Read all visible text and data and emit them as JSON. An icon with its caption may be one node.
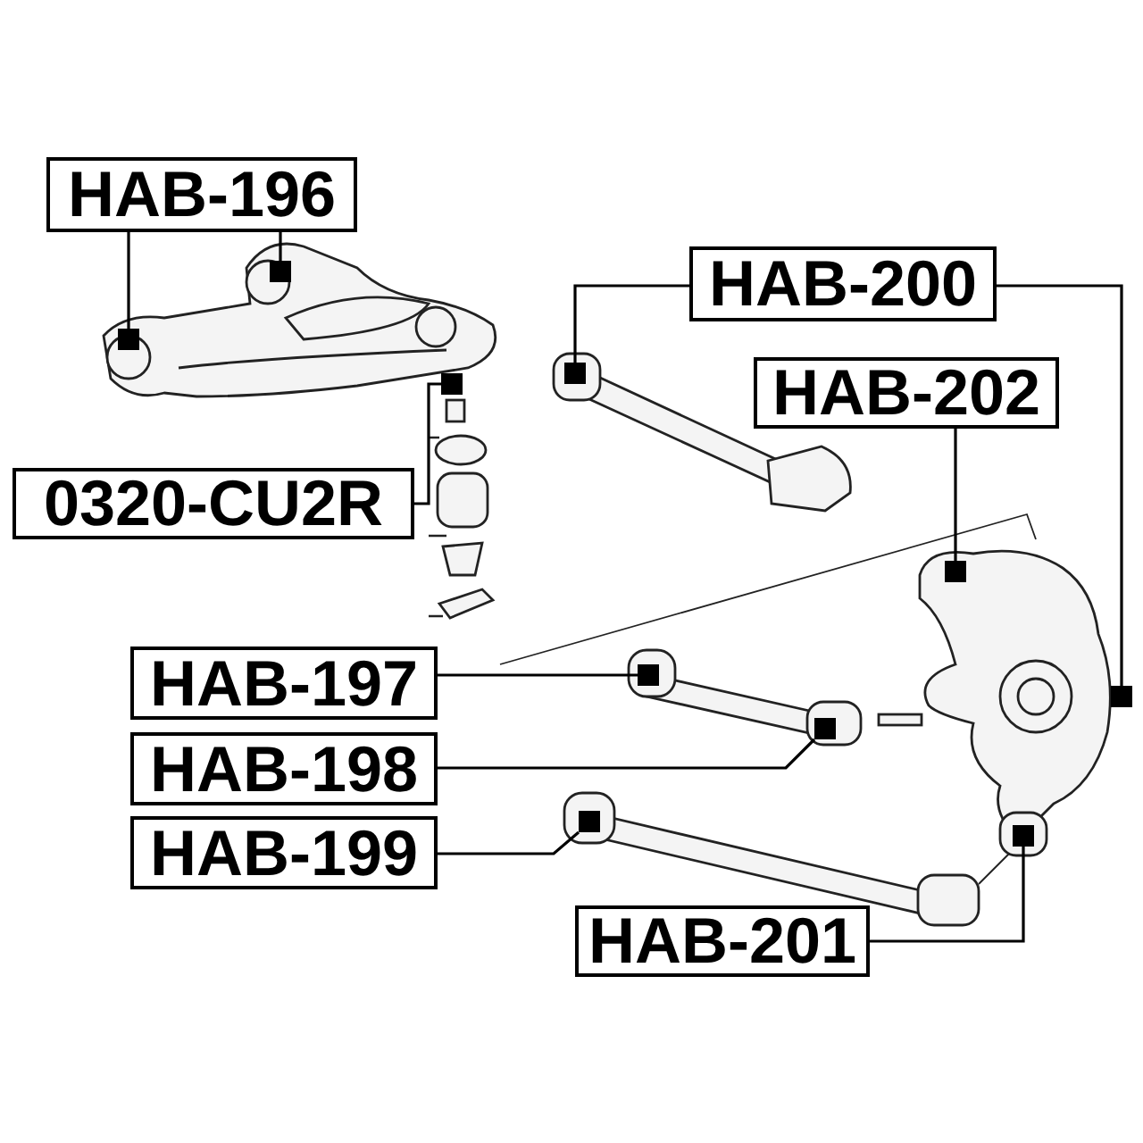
{
  "diagram": {
    "nodes": [
      {
        "text": [
          "HAB-196"
        ]
      },
      {
        "text": [
          "HAB-200"
        ]
      },
      {
        "text": [
          "HAB-202"
        ]
      },
      {
        "text": [
          "0320-CU2R"
        ]
      },
      {
        "text": [
          "HAB-197"
        ]
      },
      {
        "text": [
          "HAB-198"
        ]
      },
      {
        "text": [
          "HAB-199"
        ]
      },
      {
        "text": [
          "HAB-201"
        ]
      },
      {
        "text": [],
        "shape": "box"
      },
      {
        "text": [],
        "shape": "box"
      },
      {
        "text": [],
        "shape": "box"
      },
      {
        "text": [],
        "shape": "box"
      },
      {
        "text": [],
        "shape": "box"
      },
      {
        "text": [],
        "shape": "box"
      },
      {
        "text": [],
        "shape": "box"
      },
      {
        "text": [],
        "shape": "box"
      },
      {
        "text": [],
        "shape": "box"
      },
      {
        "text": [],
        "shape": "box"
      }
    ],
    "edges": [
      {
        "from": 0,
        "to": 9,
        "arrow": "none"
      },
      {
        "from": 0,
        "to": 8,
        "arrow": "none"
      },
      {
        "from": 3,
        "to": 11,
        "arrow": "none"
      },
      {
        "from": 1,
        "to": 10,
        "arrow": "none"
      },
      {
        "from": 1,
        "to": 14,
        "arrow": "none"
      },
      {
        "from": 2,
        "to": 12,
        "arrow": "none"
      },
      {
        "from": 4,
        "to": 13,
        "arrow": "none"
      },
      {
        "from": 5,
        "to": 15,
        "arrow": "none"
      },
      {
        "from": 6,
        "to": 16,
        "arrow": "none"
      },
      {
        "from": 7,
        "to": 17,
        "arrow": "none"
      }
    ]
  }
}
